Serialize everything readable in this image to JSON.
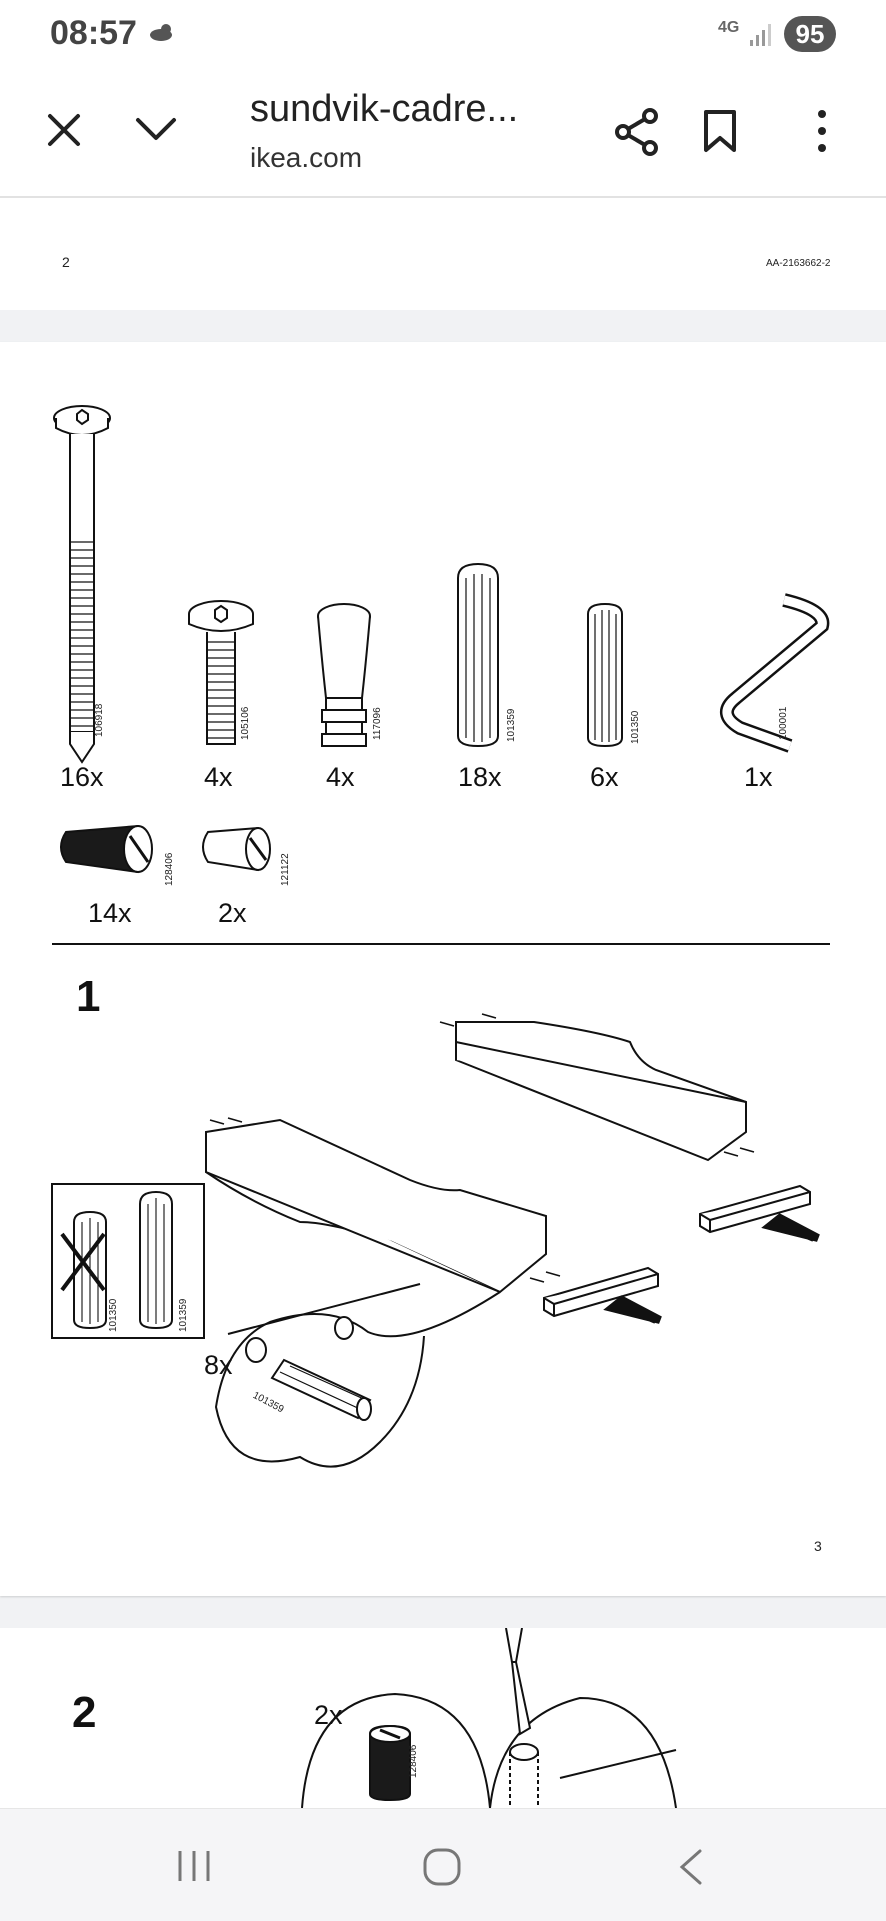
{
  "status": {
    "time": "08:57",
    "network": "4G",
    "battery": "95"
  },
  "browser": {
    "title": "sundvik-cadre...",
    "domain": "ikea.com"
  },
  "page2": {
    "number": "2",
    "doc_code": "AA-2163662-2"
  },
  "parts": [
    {
      "code": "106918",
      "qty": "16x"
    },
    {
      "code": "105106",
      "qty": "4x"
    },
    {
      "code": "117096",
      "qty": "4x"
    },
    {
      "code": "101359",
      "qty": "18x"
    },
    {
      "code": "101350",
      "qty": "6x"
    },
    {
      "code": "100001",
      "qty": "1x"
    },
    {
      "code": "128406",
      "qty": "14x"
    },
    {
      "code": "121122",
      "qty": "2x"
    }
  ],
  "step1": {
    "number": "1",
    "box_code_a": "101350",
    "box_code_b": "101359",
    "detail_qty": "8x",
    "detail_code": "101359"
  },
  "page3": {
    "number": "3"
  },
  "step2": {
    "number": "2",
    "detail_qty": "2x",
    "detail_code": "128406"
  }
}
